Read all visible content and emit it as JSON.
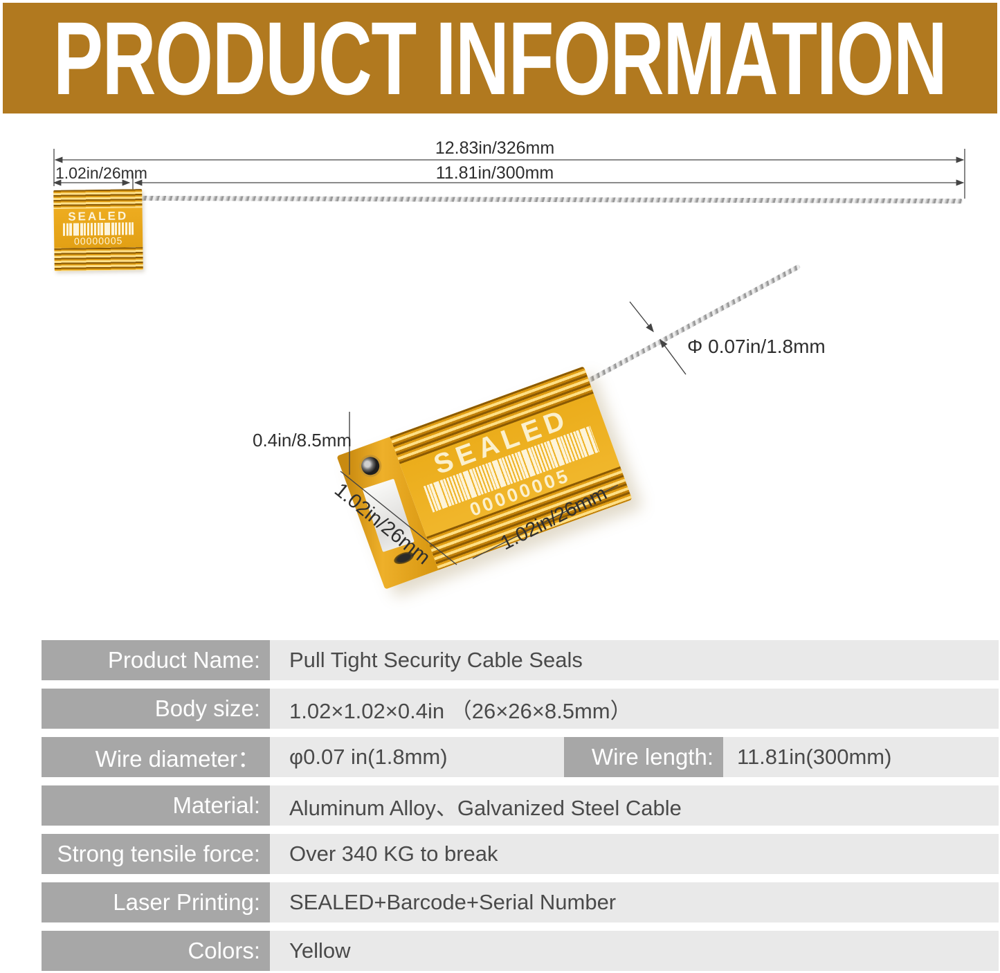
{
  "header": {
    "title": "PRODUCT INFORMATION"
  },
  "top_view": {
    "dim_total": "12.83in/326mm",
    "dim_body": "1.02in/26mm",
    "dim_wire": "11.81in/300mm",
    "seal": {
      "brand": "SEALED",
      "serial": "00000005"
    }
  },
  "detail_view": {
    "dim_thickness": "0.4in/8.5mm",
    "dim_width_left": "1.02in/26mm",
    "dim_width_right": "1.02in/26mm",
    "dim_wire_diameter": "Φ 0.07in/1.8mm",
    "seal": {
      "brand": "SEALED",
      "serial": "00000005"
    }
  },
  "spec_table": {
    "rows": [
      {
        "label": "Product Name:",
        "value": "Pull Tight Security Cable Seals"
      },
      {
        "label": "Body size:",
        "value": "1.02×1.02×0.4in （26×26×8.5mm）"
      },
      {
        "label": "Wire diameter：",
        "value": "φ0.07 in(1.8mm)",
        "label2": "Wire length:",
        "value2": "11.81in(300mm)"
      },
      {
        "label": "Material:",
        "value": "Aluminum Alloy、Galvanized Steel Cable"
      },
      {
        "label": "Strong tensile force:",
        "value": "Over 340 KG to break"
      },
      {
        "label": "Laser Printing:",
        "value": "SEALED+Barcode+Serial Number"
      },
      {
        "label": "Colors:",
        "value": "Yellow"
      }
    ]
  },
  "colors": {
    "banner_gold": "#b1791f",
    "seal_yellow": "#e8a71c",
    "label_gray": "#a7a7a7",
    "value_gray": "#e9e9e9",
    "dimension_line": "#444444",
    "value_text": "#4a4a4a"
  }
}
